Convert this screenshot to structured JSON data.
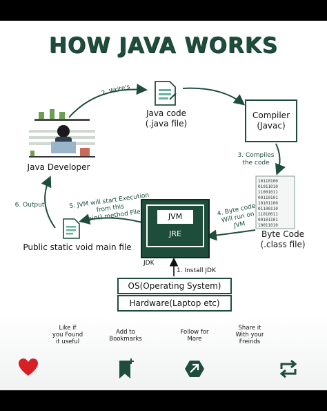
{
  "title": "HOW JAVA WORKS",
  "nodes": {
    "java_code_line1": "Java code",
    "java_code_line2": "(.java file)",
    "compiler_line1": "Compiler",
    "compiler_line2": "(Javac)",
    "byte_code_line1": "Byte Code",
    "byte_code_line2": "(.class file)",
    "developer": "Java Developer",
    "main_file": "Public static void main file",
    "jvm": "JVM",
    "jre": "JRE",
    "jdk": "JDK",
    "os": "OS(Operating System)",
    "hardware": "Hardware(Laptop etc)"
  },
  "steps": {
    "s1": "1. Install JDK",
    "s2": "2. Write's",
    "s3_line1": "3. Compiles",
    "s3_line2": "the code",
    "s4_line1": "4. Byte code",
    "s4_line2": "Will run on",
    "s4_line3": "JVM",
    "s5_line1": "5. JVM will start Execution",
    "s5_line2": "from this",
    "s5_line3": "main() method File",
    "s6": "6. Output"
  },
  "actions": {
    "like_line1": "Like if",
    "like_line2": "you Found",
    "like_line3": "it useful",
    "bookmark_line1": "Add to",
    "bookmark_line2": "Bookmarks",
    "follow_line1": "Follow for",
    "follow_line2": "More",
    "share_line1": "Share it",
    "share_line2": "With your",
    "share_line3": "Freinds"
  },
  "colors": {
    "accent": "#1f4d3b",
    "heart": "#d81f26",
    "background": "#ffffff"
  },
  "icons": [
    "heart-icon",
    "bookmark-icon",
    "follow-logo-icon",
    "repost-icon",
    "document-icon",
    "binary-file-icon",
    "developer-illustration"
  ]
}
